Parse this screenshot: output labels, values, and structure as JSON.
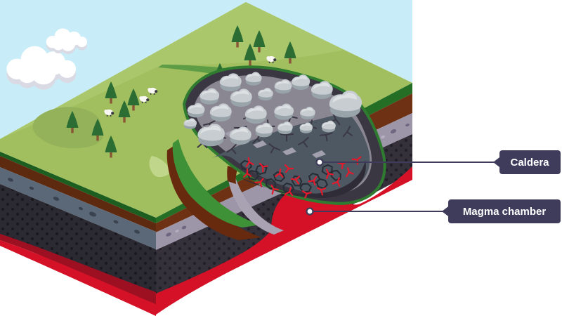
{
  "diagram": {
    "subject": "Caldera and magma chamber cross-section",
    "labels": {
      "caldera": {
        "text": "Caldera"
      },
      "magma_chamber": {
        "text": "Magma chamber"
      }
    },
    "style": {
      "label_bg": "#3e3b5b",
      "label_text": "#ffffff",
      "line_color": "#3e3b5b",
      "sky": "#c9edf8",
      "grass": "#a2bf5f",
      "magma": "#d41126"
    },
    "scene": {
      "trees": 11,
      "sheep": 4,
      "clouds": 2
    }
  }
}
